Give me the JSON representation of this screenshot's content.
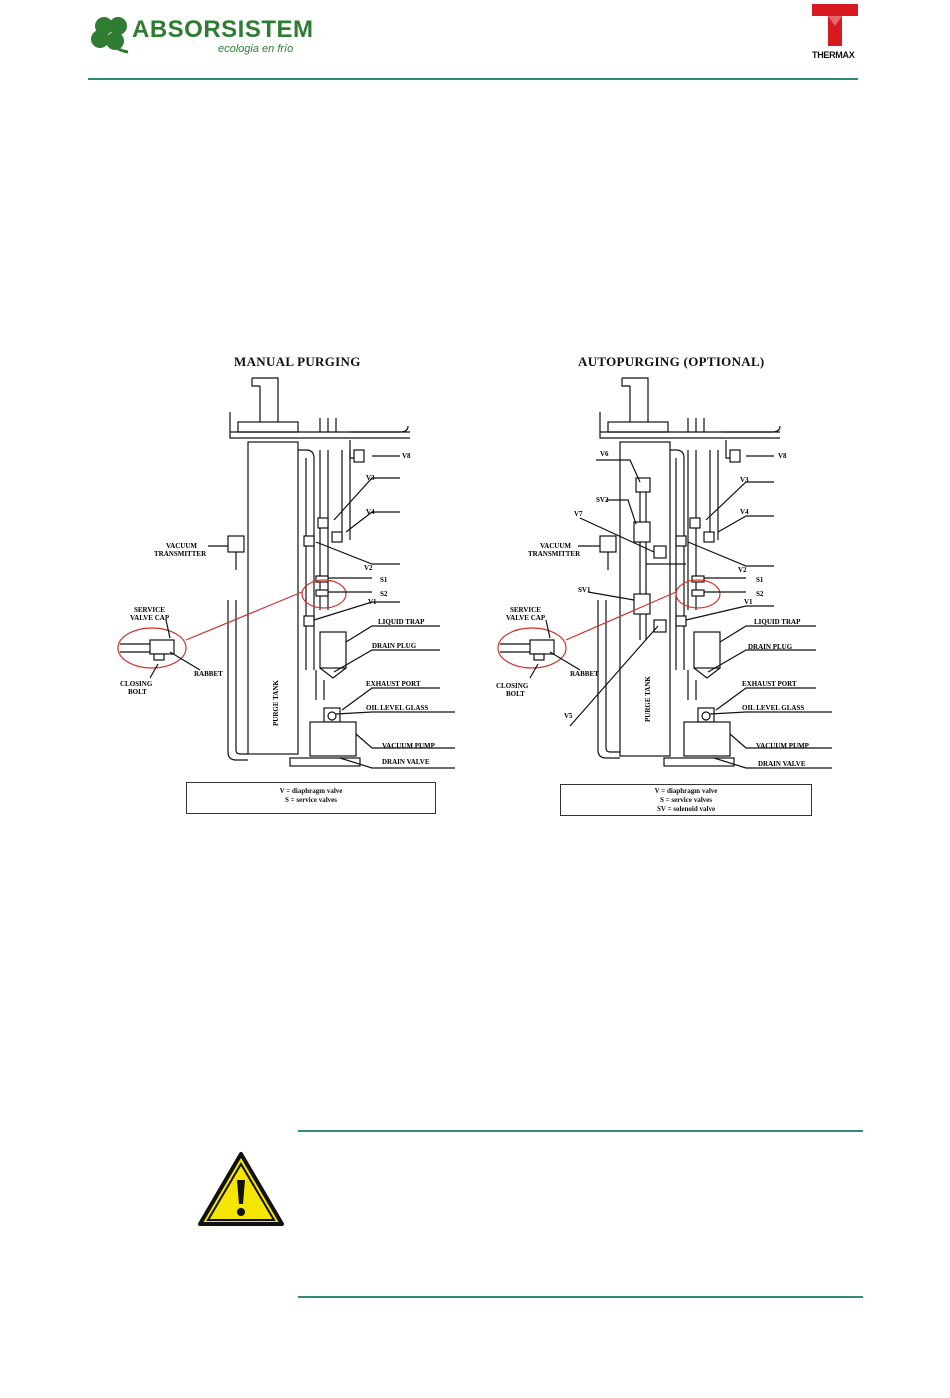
{
  "header": {
    "brand_name": "ABSORSISTEM",
    "brand_tagline": "ecologia en frío",
    "partner_name": "THERMAX",
    "rule_color": "#2e8b7a"
  },
  "diagram_left": {
    "title": "MANUAL PURGING",
    "labels": {
      "v8": "V8",
      "v3": "V3",
      "v4": "V4",
      "v2": "V2",
      "s1": "S1",
      "s2": "S2",
      "v1": "V1",
      "vacuum_transmitter_1": "VACUUM",
      "vacuum_transmitter_2": "TRANSMITTER",
      "service_cap_1": "SERVICE",
      "service_cap_2": "VALVE CAP",
      "rabbet": "RABBET",
      "closing_1": "CLOSING",
      "closing_2": "BOLT",
      "liquid_trap": "LIQUID TRAP",
      "drain_plug": "DRAIN PLUG",
      "exhaust_port": "EXHAUST PORT",
      "oil_level_glass": "OIL LEVEL GLASS",
      "vacuum_pump": "VACUUM PUMP",
      "drain_valve": "DRAIN VALVE",
      "purge_tank": "PURGE TANK"
    },
    "legend": [
      "V = diaphragm valve",
      "S = service valves"
    ]
  },
  "diagram_right": {
    "title": "AUTOPURGING (OPTIONAL)",
    "labels": {
      "v6": "V6",
      "v8": "V8",
      "v3": "V3",
      "v4": "V4",
      "sv2": "SV2",
      "v7": "V7",
      "v2": "V2",
      "s1": "S1",
      "s2": "S2",
      "sv1": "SV1",
      "v1": "V1",
      "v5": "V5",
      "vacuum_transmitter_1": "VACUUM",
      "vacuum_transmitter_2": "TRANSMITTER",
      "service_cap_1": "SERVICE",
      "service_cap_2": "VALVE CAP",
      "rabbet": "RABBET",
      "closing_1": "CLOSING",
      "closing_2": "BOLT",
      "liquid_trap": "LIQUID TRAP",
      "drain_plug": "DRAIN PLUG",
      "exhaust_port": "EXHAUST PORT",
      "oil_level_glass": "OIL LEVEL GLASS",
      "vacuum_pump": "VACUUM PUMP",
      "drain_valve": "DRAIN VALVE",
      "purge_tank": "PURGE TANK"
    },
    "legend": [
      "V = diaphragm valve",
      "S = service valves",
      "SV = solenoid valve"
    ]
  },
  "warning": {
    "icon": "warning-triangle-icon",
    "icon_fill": "#f5e600",
    "icon_stroke": "#111111"
  }
}
